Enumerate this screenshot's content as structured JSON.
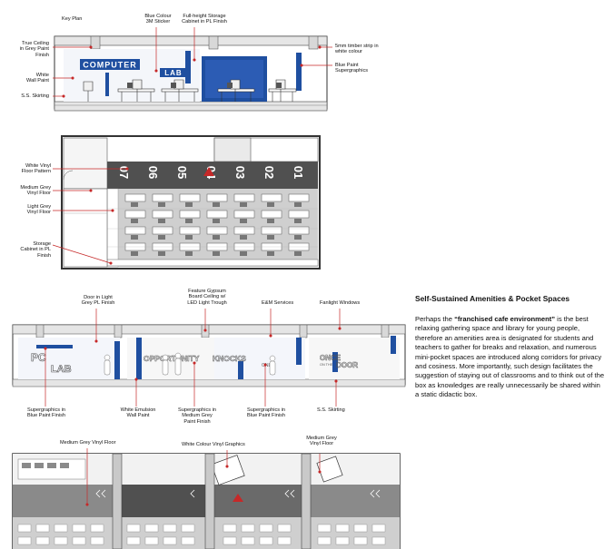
{
  "section1": {
    "labels": {
      "key_plan": "Key Plan",
      "blue_sticker": "Blue Colour\n3M Sticker",
      "storage_cabinet": "Full-height Storage\nCabinet in PL Finish",
      "true_ceiling": "True Ceiling\nin Grey Paint\nFinish",
      "timber_strip": "5mm timber strip in\nwhite colour",
      "white_wall": "White\nWall Paint",
      "blue_super": "Blue Paint\nSupergraphics",
      "ss_skirting": "S.S. Skirting"
    },
    "sign": {
      "line1": "COMPUTER",
      "line2": "LAB"
    }
  },
  "section2": {
    "labels": {
      "white_vinyl": "White Vinyl\nFloor Pattern",
      "medium_grey": "Medium Grey\nVinyl Floor",
      "light_grey": "Light Grey\nVinyl Floor",
      "storage": "Storage\nCabinet in PL\nFinish"
    },
    "floor_numbers": [
      "07",
      "06",
      "05",
      "04",
      "03",
      "02",
      "01"
    ]
  },
  "section3": {
    "labels": {
      "door": "Door in Light\nGrey PL Finish",
      "gypsum": "Feature Gypsum\nBoard Ceiling w/\nLED Light Trough",
      "em": "E&M Services",
      "fanlight": "Fanlight Windows",
      "super_blue": "Supergraphics in\nBlue Paint Finish",
      "white_emulsion": "White Emulsion\nWall Paint",
      "super_grey": "Supergraphics in\nMedium Grey\nPaint Finish",
      "super_blue2": "Supergraphics in\nBlue Paint Finish",
      "ss_skirting": "S.S. Skirting"
    },
    "graphics": {
      "pc": "PC",
      "lab": "LAB",
      "opportunity": "OPPORTUNITY",
      "knocks": "KNOCKS",
      "only": "ONLY",
      "once": "ONCE",
      "on_the": "ON THE",
      "door": "DOOR"
    }
  },
  "section4": {
    "labels": {
      "medium_grey": "Medium Grey Vinyl Floor",
      "white_graphics": "White Colour Vinyl Graphics",
      "medium_grey2": "Medium Grey\nVinyl Floor"
    }
  },
  "sidebar": {
    "title": "Self-Sustained Amenities & Pocket Spaces",
    "body_pre": "Perhaps the ",
    "body_bold": "“franchised cafe environment”",
    "body_post": " is the best relaxing gathering space and library for young people, therefore an amenities area is designated for students and teachers to gather for breaks and relaxation, and numerous mini-pocket spaces are introduced along corridors for privacy and cosiness. More importantly, such design facilitates the suggestion of staying out of classrooms and to think out of the box as knowledges are really unnecessarily be shared within a static didactic box."
  },
  "colors": {
    "blue": "#1f4fa0",
    "red": "#c62828",
    "floor_dark": "#505050",
    "floor_mid": "#8a8a8a",
    "floor_light": "#cfcfcf"
  }
}
